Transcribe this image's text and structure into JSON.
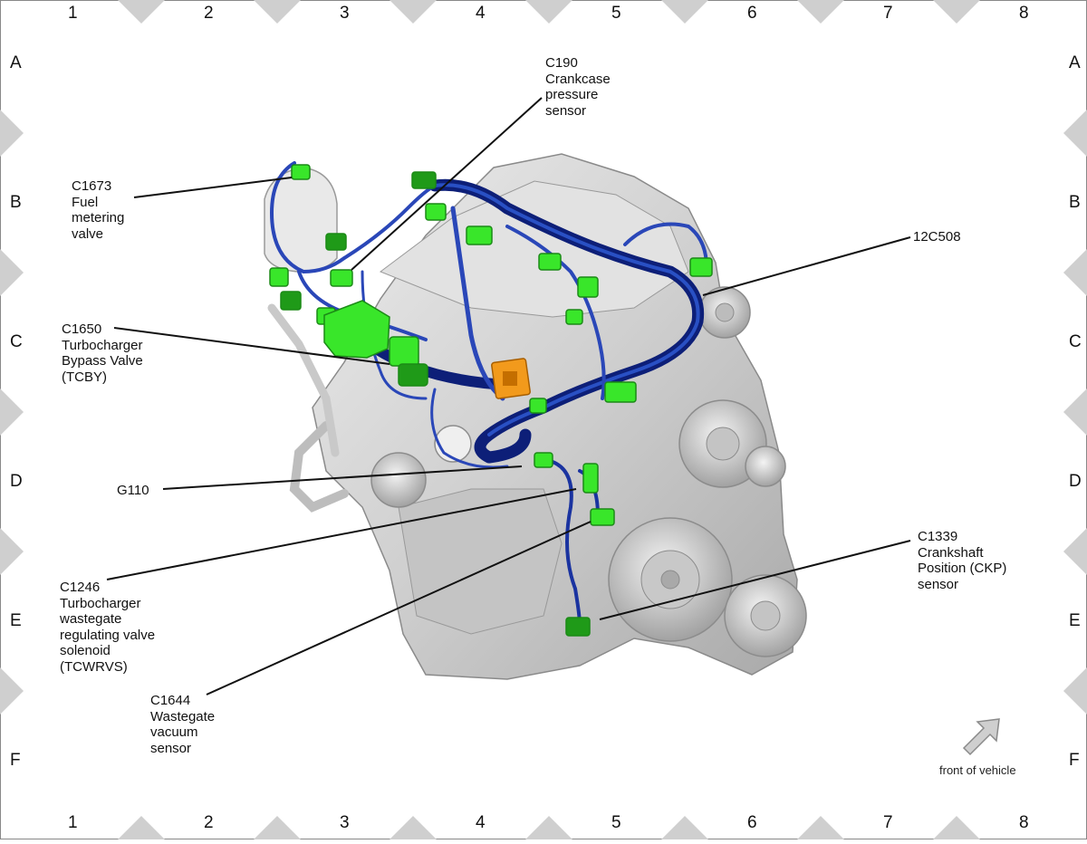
{
  "grid": {
    "columns": [
      "1",
      "2",
      "3",
      "4",
      "5",
      "6",
      "7",
      "8"
    ],
    "rows": [
      "A",
      "B",
      "C",
      "D",
      "E",
      "F"
    ]
  },
  "callouts": [
    {
      "id": "c190",
      "text": "C190\nCrankcase\npressure\nsensor"
    },
    {
      "id": "c1673",
      "text": "C1673\nFuel\nmetering\nvalve"
    },
    {
      "id": "12c508",
      "text": "12C508"
    },
    {
      "id": "c1650",
      "text": "C1650\nTurbocharger\nBypass Valve\n(TCBY)"
    },
    {
      "id": "g110",
      "text": "G110"
    },
    {
      "id": "c1339",
      "text": "C1339\nCrankshaft\nPosition (CKP)\nsensor"
    },
    {
      "id": "c1246",
      "text": "C1246\nTurbocharger\nwastegate\nregulating valve\nsolenoid\n(TCWRVS)"
    },
    {
      "id": "c1644",
      "text": "C1644\nWastegate\nvacuum\nsensor"
    }
  ],
  "orientation_note": "front of vehicle",
  "colors": {
    "harness": "#1f3fa8",
    "harness_dark": "#0d1f78",
    "connector": "#39e62a",
    "connector_dark": "#1b8a16",
    "highlight": "#f29a1c",
    "engine": "#d2d2d2",
    "frame_marker": "#cfcfcf"
  }
}
